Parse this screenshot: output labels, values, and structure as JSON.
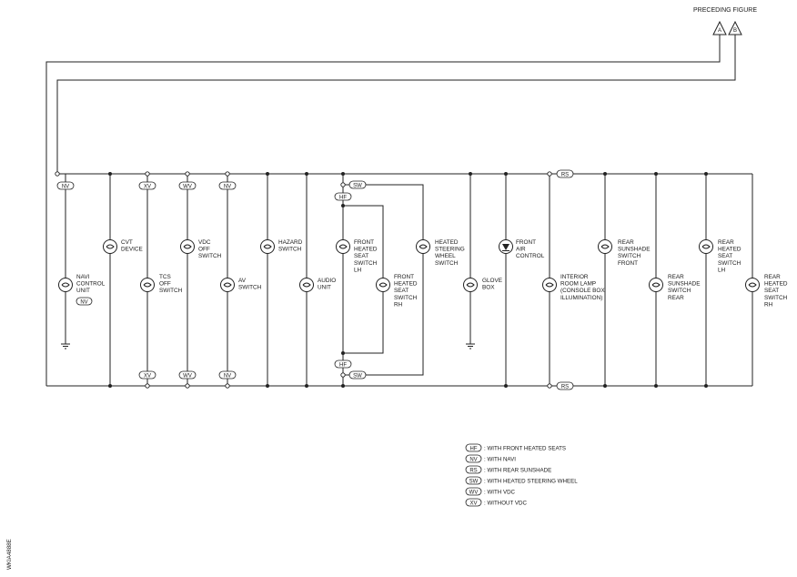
{
  "header": {
    "preceding_figure": "PRECEDING FIGURE",
    "connector_a": "A",
    "connector_b": "B"
  },
  "components": [
    {
      "id": "navi",
      "lines": [
        "NAVI",
        "CONTROL",
        "UNIT"
      ],
      "tag": "NV"
    },
    {
      "id": "cvt",
      "lines": [
        "CVT",
        "DEVICE"
      ]
    },
    {
      "id": "tcs",
      "lines": [
        "TCS",
        "OFF",
        "SWITCH"
      ]
    },
    {
      "id": "vdc",
      "lines": [
        "VDC",
        "OFF",
        "SWITCH"
      ]
    },
    {
      "id": "av",
      "lines": [
        "AV",
        "SWITCH"
      ]
    },
    {
      "id": "hazard",
      "lines": [
        "HAZARD",
        "SWITCH"
      ]
    },
    {
      "id": "audio",
      "lines": [
        "AUDIO",
        "UNIT"
      ]
    },
    {
      "id": "fhs-lh",
      "lines": [
        "FRONT",
        "HEATED",
        "SEAT",
        "SWITCH",
        "LH"
      ]
    },
    {
      "id": "fhs-rh",
      "lines": [
        "FRONT",
        "HEATED",
        "SEAT",
        "SWITCH",
        "RH"
      ]
    },
    {
      "id": "hsw",
      "lines": [
        "HEATED",
        "STEERING",
        "WHEEL",
        "SWITCH"
      ]
    },
    {
      "id": "glove",
      "lines": [
        "GLOVE",
        "BOX"
      ]
    },
    {
      "id": "fac",
      "lines": [
        "FRONT",
        "AIR",
        "CONTROL"
      ]
    },
    {
      "id": "interior",
      "lines": [
        "INTERIOR",
        "ROOM LAMP",
        "(CONSOLE BOX",
        "ILLUMINATION)"
      ]
    },
    {
      "id": "rss-front",
      "lines": [
        "REAR",
        "SUNSHADE",
        "SWITCH",
        "FRONT"
      ]
    },
    {
      "id": "rss-rear",
      "lines": [
        "REAR",
        "SUNSHADE",
        "SWITCH",
        "REAR"
      ]
    },
    {
      "id": "rhs-lh",
      "lines": [
        "REAR",
        "HEATED",
        "SEAT",
        "SWITCH",
        "LH"
      ]
    },
    {
      "id": "rhs-rh",
      "lines": [
        "REAR",
        "HEATED",
        "SEAT",
        "SWITCH",
        "RH"
      ]
    }
  ],
  "tags": {
    "nv": "NV",
    "xv": "XV",
    "wv": "WV",
    "hf": "HF",
    "sw": "SW",
    "rs": "RS"
  },
  "legend": [
    {
      "code": "HF",
      "text": ": WITH FRONT HEATED SEATS"
    },
    {
      "code": "NV",
      "text": ": WITH NAVI"
    },
    {
      "code": "RS",
      "text": ": WITH REAR SUNSHADE"
    },
    {
      "code": "SW",
      "text": ": WITH HEATED STEERING WHEEL"
    },
    {
      "code": "WV",
      "text": ": WITH VDC"
    },
    {
      "code": "XV",
      "text": ": WITHOUT VDC"
    }
  ],
  "figure_id": "WKIA4888E"
}
